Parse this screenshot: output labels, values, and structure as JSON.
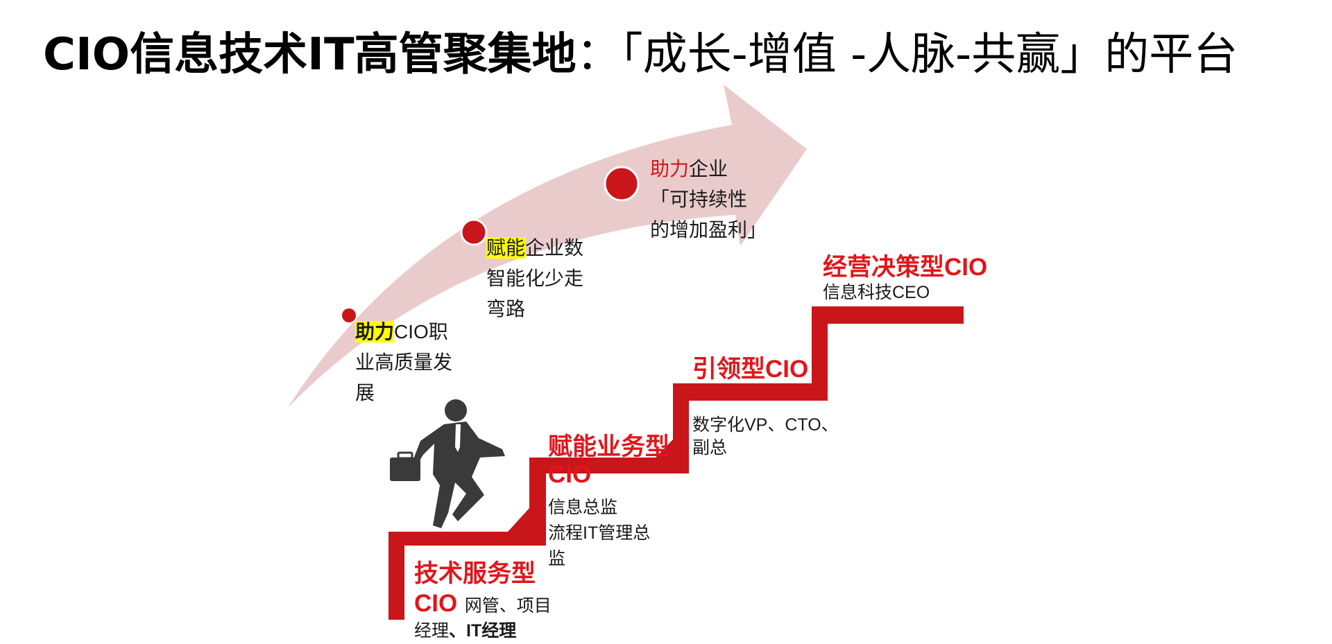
{
  "title": {
    "bold": "CIO信息技术IT高管聚集地",
    "light": "：「成长-增值 -人脉-共赢」的平台"
  },
  "arrow_points": [
    {
      "highlight": "助力",
      "line1_rest": "CIO职",
      "line2": "业高质量发",
      "line3": "展"
    },
    {
      "highlight": "赋能",
      "line1_rest": "企业数",
      "line2": "智能化少走",
      "line3": "弯路"
    },
    {
      "highlight": "助力",
      "line1_rest": "企业",
      "line2": "「可持续性",
      "line3": "的增加盈利」"
    }
  ],
  "stages": [
    {
      "title_line1": "技术服务型",
      "title_line2": "CIO",
      "desc_inline": "网管、项目",
      "desc_line2_a": "经理",
      "desc_line2_b": "、IT经理"
    },
    {
      "title_line1": "赋能业务型",
      "title_line2": "CIO",
      "desc_line1": "信息总监",
      "desc_line2": "流程IT管理总",
      "desc_line3": "监"
    },
    {
      "title": "引领型CIO",
      "desc_line1": "数字化VP、CTO、",
      "desc_line2": "副总"
    },
    {
      "title": "经营决策型CIO",
      "desc": "信息科技CEO"
    }
  ],
  "colors": {
    "arrow": "#eacbcc",
    "stairs": "#c8161b",
    "dot": "#c8161b",
    "stage_title": "#e3151a",
    "highlight": "#ffff00",
    "figure": "#3a3a3a"
  },
  "icons": {
    "figure": "businessman-with-briefcase-icon"
  }
}
